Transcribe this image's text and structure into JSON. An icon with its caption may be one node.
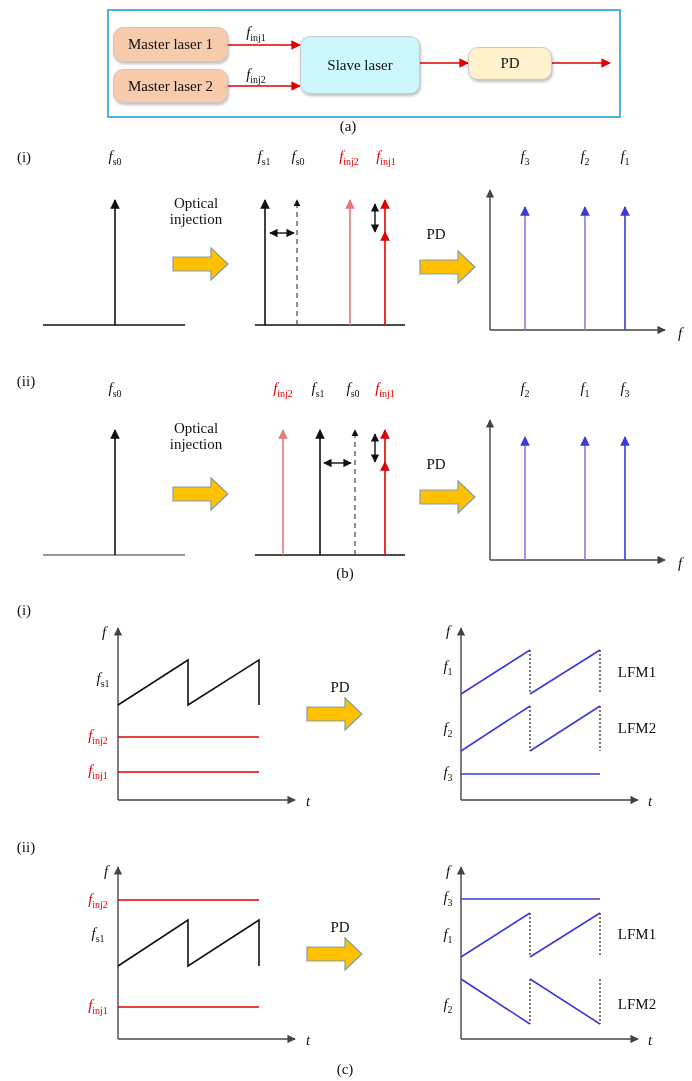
{
  "diagram": {
    "nodes": [
      {
        "text": [
          "Master laser 1"
        ]
      },
      {
        "text": [
          "Master laser 2"
        ]
      },
      {
        "text": [
          "Slave laser"
        ]
      },
      {
        "text": [
          "PD"
        ]
      }
    ],
    "edges": [
      {
        "from": 0,
        "to": 2,
        "arrow": "to",
        "label": "*f*$_{inj1}$"
      },
      {
        "from": 1,
        "to": 2,
        "arrow": "to",
        "label": "*f*$_{inj2}$"
      },
      {
        "from": 2,
        "to": 3,
        "arrow": "to"
      },
      {
        "from": 3,
        "to": null,
        "arrow": "to"
      }
    ],
    "labels": [
      "(a)",
      "(i)",
      "*f*$_{s0}$",
      "Optical injection",
      "*f*$_{s1}$",
      "*f*$_{s0}$",
      "*f*$_{inj2}$",
      "*f*$_{inj1}$",
      "PD",
      "*f*$_{3}$",
      "*f*$_{2}$",
      "*f*$_{1}$",
      "*f*",
      "(ii)",
      "*f*$_{s0}$",
      "Optical injection",
      "*f*$_{inj2}$",
      "*f*$_{s1}$",
      "*f*$_{s0}$",
      "*f*$_{inj1}$",
      "PD",
      "*f*$_{2}$",
      "*f*$_{1}$",
      "*f*$_{3}$",
      "*f*",
      "(b)",
      "(i)",
      "*f*",
      "*f*$_{s1}$",
      "*f*$_{inj2}$",
      "*f*$_{inj1}$",
      "*t*",
      "PD",
      "*f*",
      "*f*$_{1}$",
      "LFM1",
      "*f*$_{2}$",
      "LFM2",
      "*f*$_{3}$",
      "*t*",
      "(ii)",
      "*f*",
      "*f*$_{inj2}$",
      "*f*$_{s1}$",
      "*f*$_{inj1}$",
      "*t*",
      "PD",
      "*f*",
      "*f*$_{3}$",
      "*f*$_{1}$",
      "LFM1",
      "*f*$_{2}$",
      "LFM2",
      "*t*",
      "(c)"
    ]
  }
}
